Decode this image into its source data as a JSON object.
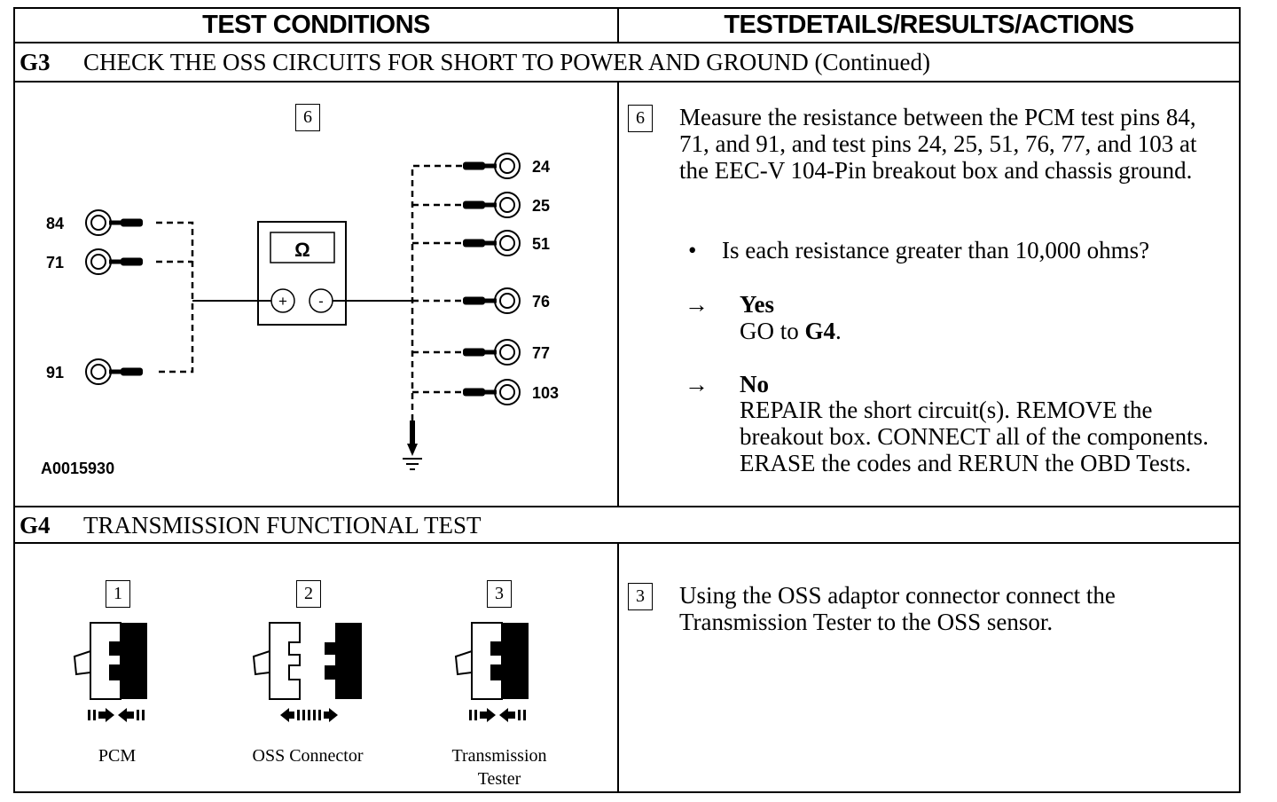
{
  "columns": {
    "left": "TEST CONDITIONS",
    "right": "TESTDETAILS/RESULTS/ACTIONS"
  },
  "sections": [
    {
      "code": "G3",
      "title": "CHECK THE OSS CIRCUITS FOR SHORT TO POWER AND GROUND (Continued)",
      "figure": {
        "step": "6",
        "meter_symbol": "Ω",
        "plus": "+",
        "minus": "-",
        "pcm_pins": [
          "84",
          "71",
          "91"
        ],
        "box_pins": [
          "24",
          "25",
          "51",
          "76",
          "77",
          "103"
        ],
        "figure_id": "A0015930"
      },
      "details": {
        "step": "6",
        "instruction": "Measure the resistance between the PCM test pins 84, 71, and 91, and test pins 24, 25, 51, 76, 77, and 103 at the EEC-V 104-Pin breakout box and chassis ground.",
        "bullet": "•",
        "question": "Is each resistance greater than 10,000 ohms?",
        "arrow": "→",
        "yes_label": "Yes",
        "yes_action_prefix": "GO to ",
        "yes_action_target": "G4",
        "yes_action_suffix": ".",
        "no_label": "No",
        "no_action": "REPAIR the short circuit(s). REMOVE the breakout box. CONNECT all of the components. ERASE the codes and RERUN the OBD Tests."
      }
    },
    {
      "code": "G4",
      "title": "TRANSMISSION FUNCTIONAL TEST",
      "figure": {
        "steps": [
          {
            "step": "1",
            "caption": "PCM"
          },
          {
            "step": "2",
            "caption": "OSS Connector"
          },
          {
            "step": "3",
            "caption": "Transmission Tester"
          }
        ]
      },
      "details": {
        "step": "3",
        "instruction": "Using the OSS adaptor connector connect the Transmission Tester to the OSS sensor."
      }
    }
  ]
}
